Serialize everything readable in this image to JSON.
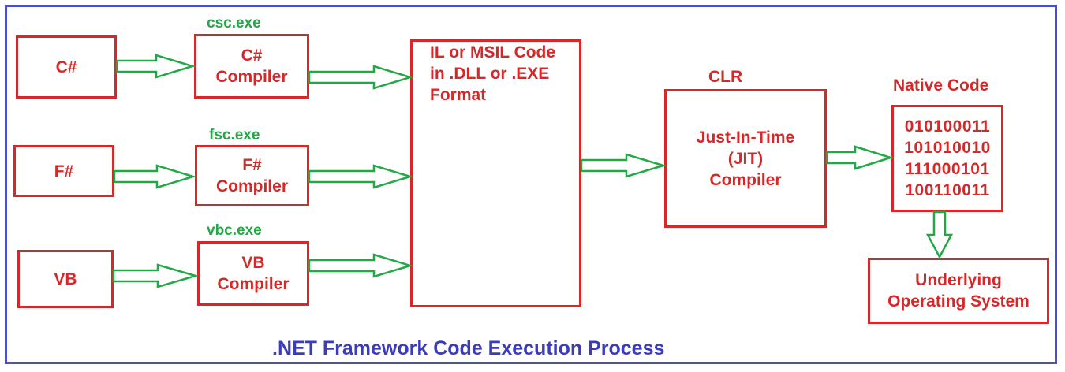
{
  "sources": [
    {
      "label": "C#"
    },
    {
      "label": "F#"
    },
    {
      "label": "VB"
    }
  ],
  "compilers": [
    {
      "exe": "csc.exe",
      "line1": "C#",
      "line2": "Compiler"
    },
    {
      "exe": "fsc.exe",
      "line1": "F#",
      "line2": "Compiler"
    },
    {
      "exe": "vbc.exe",
      "line1": "VB",
      "line2": "Compiler"
    }
  ],
  "il": {
    "line1": "IL or MSIL Code",
    "line2": "in .DLL or .EXE",
    "line3": "Format"
  },
  "clr": {
    "label": "CLR",
    "line1": "Just-In-Time",
    "line2": "(JIT)",
    "line3": "Compiler"
  },
  "native": {
    "label": "Native Code",
    "lines": [
      "010100011",
      "101010010",
      "111000101",
      "100110011"
    ]
  },
  "os": {
    "line1": "Underlying",
    "line2": "Operating System"
  },
  "footer": {
    "title": ".NET Framework Code Execution Process"
  },
  "colors": {
    "box": "#d62828",
    "arrow": "#22a845",
    "exe": "#22a845",
    "frame": "#4a4fc4",
    "title": "#3b3bbd"
  }
}
